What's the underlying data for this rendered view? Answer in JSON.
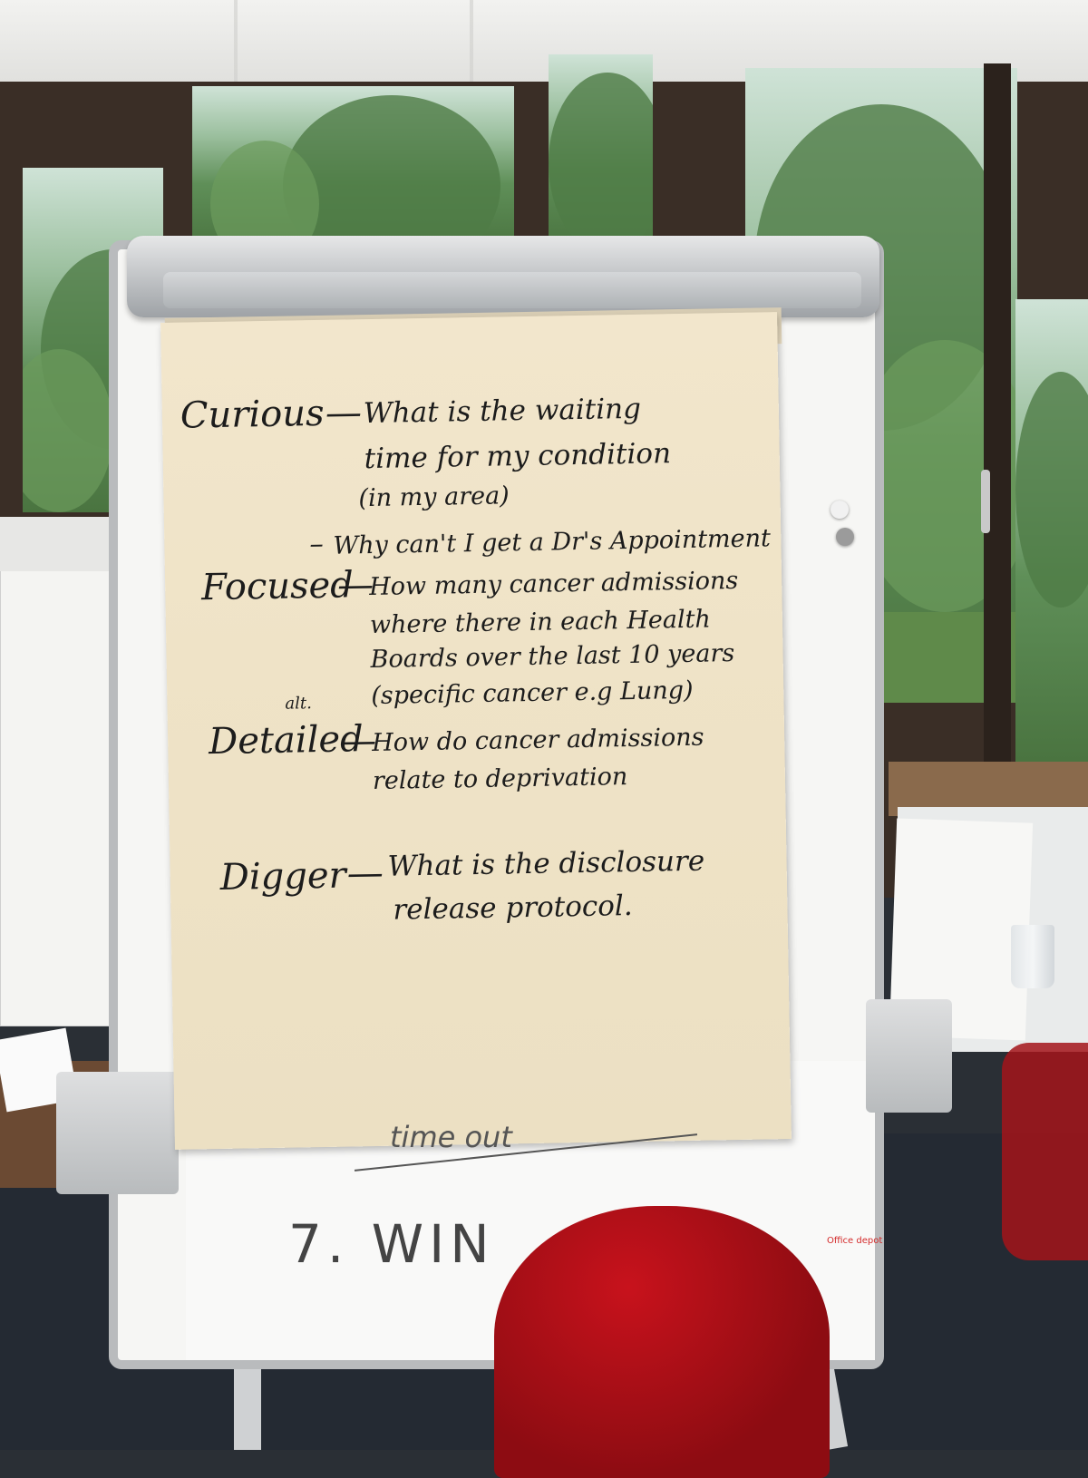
{
  "flipchart": {
    "lines": [
      {
        "label": "Curious",
        "text": "What is the waiting"
      },
      {
        "text": "time for my condition"
      },
      {
        "text": "(in my area)"
      },
      {
        "text": "Why can't I get a Dr's Appointment"
      },
      {
        "label": "Focused",
        "text": "How many cancer admissions"
      },
      {
        "text": "where there in each Health"
      },
      {
        "text": "Boards over the last 10 years"
      },
      {
        "note": "alt.",
        "text": "(specific cancer e.g Lung)"
      },
      {
        "label": "Detailed",
        "text": "How do cancer admissions"
      },
      {
        "text": "relate to deprivation"
      },
      {
        "label": "Digger",
        "text": "What is the disclosure"
      },
      {
        "text": "release protocol."
      }
    ],
    "separator": "—",
    "dash": "–"
  },
  "whiteboard": {
    "struck_text": "time out",
    "bottom_text": "7. WIN"
  },
  "brand": "Office depot"
}
